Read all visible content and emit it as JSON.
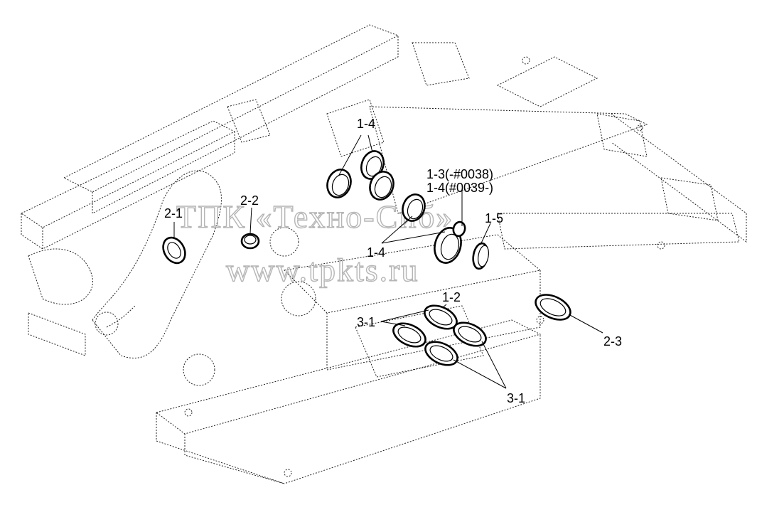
{
  "watermark": {
    "company": "ТПК «Техно-Сиб»",
    "url": "www.tpkts.ru"
  },
  "callouts": {
    "c_1_4_top": "1-4",
    "c_1_3": "1-3(-#0038)",
    "c_1_4_serial": "1-4(#0039-)",
    "c_1_5": "1-5",
    "c_1_4_mid": "1-4",
    "c_2_1": "2-1",
    "c_2_2": "2-2",
    "c_1_2": "1-2",
    "c_3_1_left": "3-1",
    "c_3_1_bottom": "3-1",
    "c_2_3": "2-3"
  }
}
